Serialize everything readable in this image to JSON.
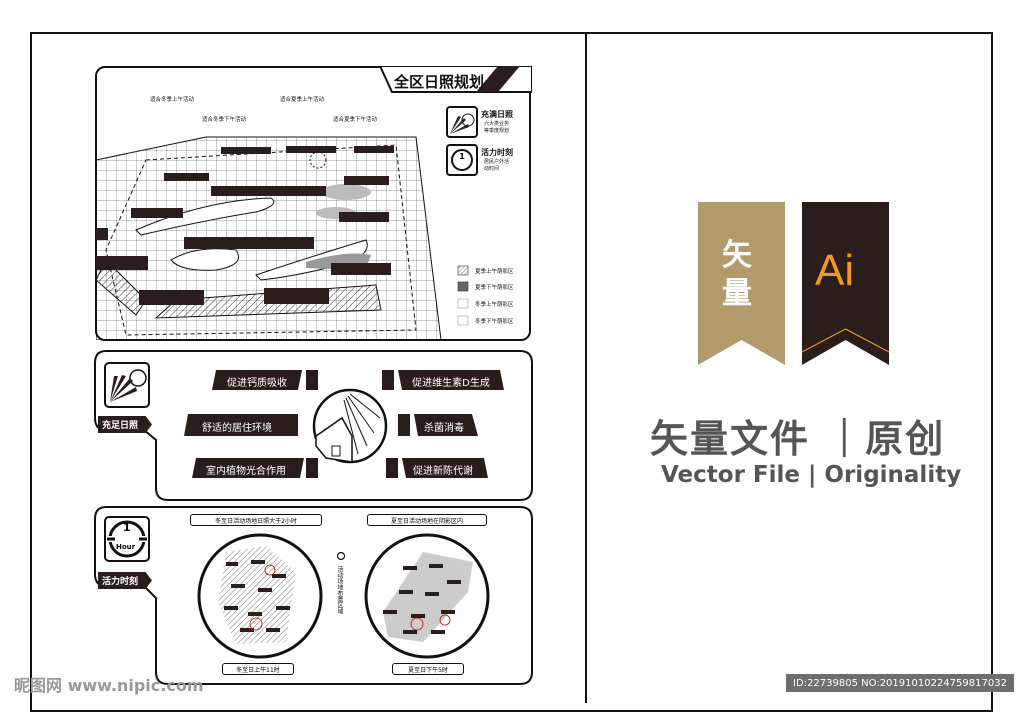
{
  "panel1": {
    "title": "全区日照规划",
    "callouts": [
      "适合冬季上午活动",
      "适合冬季下午活动",
      "适合夏季上午活动",
      "适合夏季下午活动"
    ],
    "icon1_title": "充满日照",
    "icon1_sub1": "六大类业务",
    "icon1_sub2": "等季度规划",
    "icon2_title": "活力时刻",
    "icon2_sub1": "居民户外活",
    "icon2_sub2": "动时间",
    "legend": [
      "夏季上午荫影区",
      "夏季下午荫影区",
      "冬季上午荫影区",
      "冬季下午荫影区"
    ]
  },
  "panel2": {
    "tag": "充足日照",
    "benefits": [
      "促进钙质吸收",
      "促进维生素D生成",
      "舒适的居住环境",
      "杀菌消毒",
      "室内植物光合作用",
      "促进新陈代谢"
    ]
  },
  "panel3": {
    "tag": "活力时刻",
    "hour_label": "Hour",
    "hour_num": "1",
    "top_left": "冬至日活动场地日照大于2小时",
    "top_right": "夏至日活动场地在阴影区内",
    "middle_vertical": "活动场地布置区域",
    "bottom_left": "冬至日上午11时",
    "bottom_right": "夏至日下午5时"
  },
  "ribbons": {
    "left_char1": "矢",
    "left_char2": "量",
    "right_text": "Ai"
  },
  "headline": "矢量文件 ｜原创",
  "subheadline": "Vector File | Originality",
  "watermark_left": "昵图网 www.nipic.com",
  "watermark_right": "ID:22739805 NO:20191010224759817032",
  "colors": {
    "dark_brown": "#2b1d1b",
    "gold": "#b39a6b",
    "orange": "#f29a1f",
    "grey_text": "#555555"
  }
}
